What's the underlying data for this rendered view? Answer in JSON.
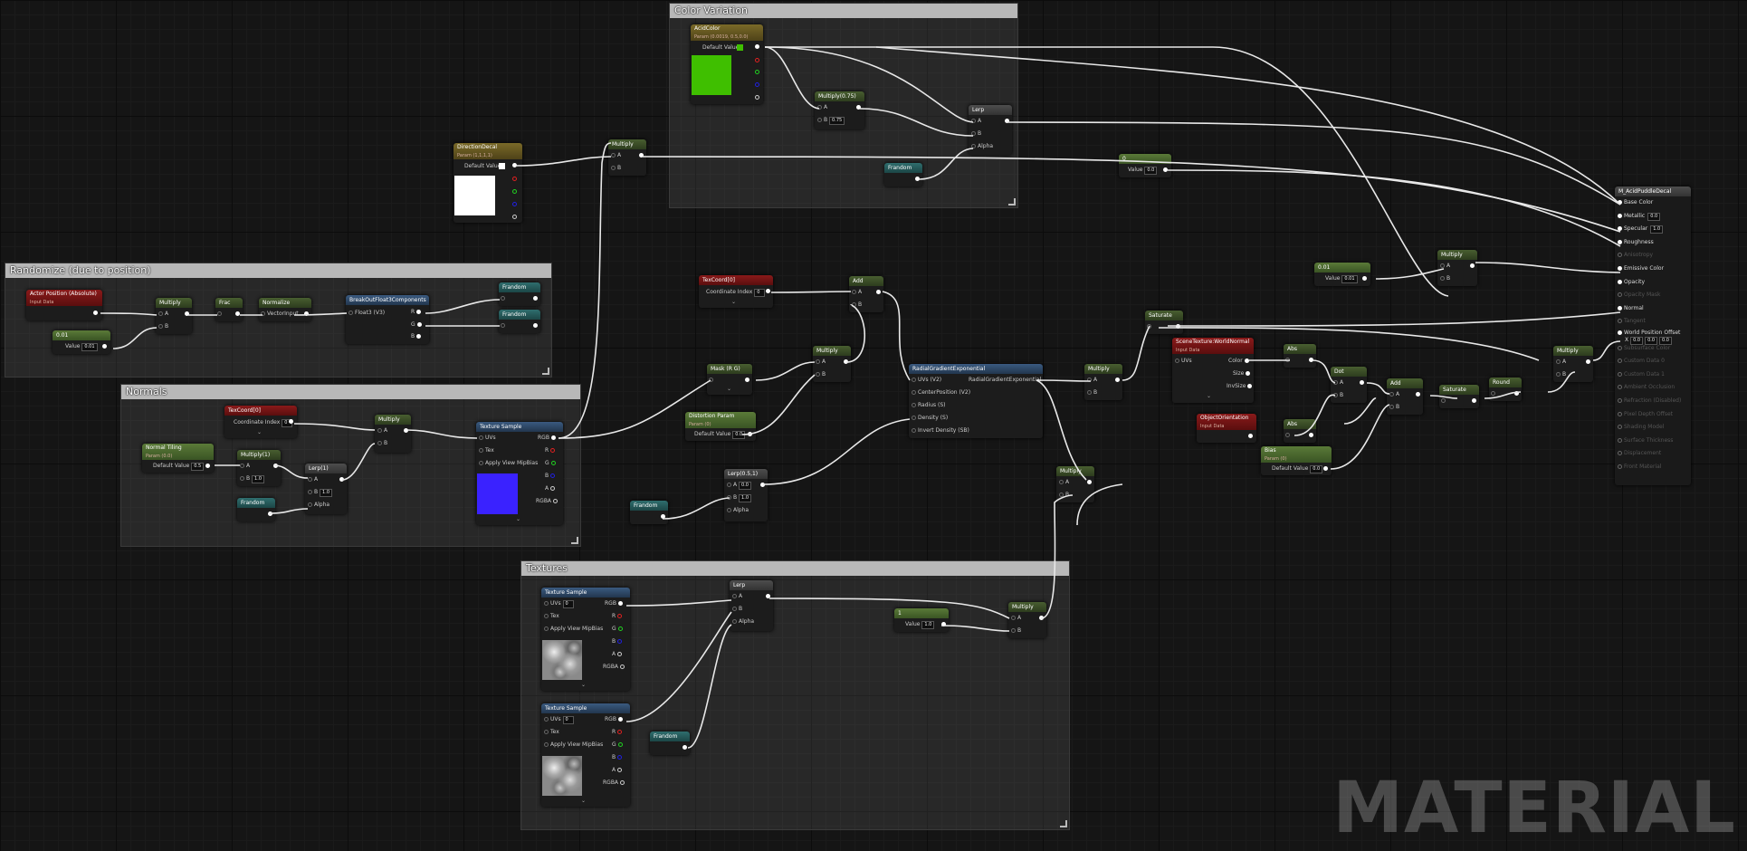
{
  "comments": [
    {
      "id": "color",
      "title": "Color Variation"
    },
    {
      "id": "random",
      "title": "Randomize (due to position)"
    },
    {
      "id": "normals",
      "title": "Normals"
    },
    {
      "id": "textures",
      "title": "Textures"
    }
  ],
  "watermark": "MATERIAL",
  "labels": {
    "a": "A",
    "b": "B",
    "alpha": "Alpha",
    "rgb": "RGB",
    "r": "R",
    "g": "G",
    "bb": "B",
    "aa": "A",
    "rgba": "RGBA",
    "uvs": "UVs",
    "tex": "Tex",
    "mipbias": "Apply View MipBias",
    "default_value": "Default Value",
    "value": "Value",
    "coord_index": "Coordinate Index",
    "vector_input": "VectorInput",
    "float3": "Float3 (V3)",
    "r_out": "R",
    "g_out": "G",
    "b_out": "B"
  },
  "nodes": {
    "acid_color": {
      "title": "AcidColor",
      "sub": "Param (0.0019, 0.5,0.0)",
      "color": "#3fbf00"
    },
    "multiply_075": {
      "title": "Multiply(0.75)",
      "b": "0.75"
    },
    "lerp_color": {
      "title": "Lerp"
    },
    "frandom_color": {
      "title": "Frandom"
    },
    "direction_decal": {
      "title": "DirectionDecal",
      "sub": "Param (1,1,1,1)",
      "color": "#ffffff"
    },
    "multiply_top": {
      "title": "Multiply"
    },
    "scalar_05": {
      "title": "0",
      "value": "0.0"
    },
    "actor_position": {
      "title": "Actor Position (Absolute)",
      "sub": "Input Data"
    },
    "scalar_001": {
      "title": "0.01",
      "value": "0.01"
    },
    "multiply_rand": {
      "title": "Multiply"
    },
    "frac": {
      "title": "Frac"
    },
    "normalize": {
      "title": "Normalize"
    },
    "break_out": {
      "title": "BreakOutFloat3Components"
    },
    "frandom_r1": {
      "title": "Frandom"
    },
    "frandom_r2": {
      "title": "Frandom"
    },
    "texcoord_n": {
      "title": "TexCoord[0]",
      "index": "0"
    },
    "multiply_n": {
      "title": "Multiply"
    },
    "normal_tiling": {
      "title": "Normal Tiling",
      "sub": "Param (0.0)",
      "value": "0.5"
    },
    "multiply_1": {
      "title": "Multiply(1)",
      "b": "1.0"
    },
    "lerp_1": {
      "title": "Lerp(1)",
      "b": "1.0"
    },
    "frandom_n": {
      "title": "Frandom"
    },
    "texture_sample_n": {
      "title": "Texture Sample",
      "color": "#3a22ff"
    },
    "texcoord_mid": {
      "title": "TexCoord[0]",
      "index": "0"
    },
    "add_mid": {
      "title": "Add"
    },
    "mask_rg": {
      "title": "Mask (R G)"
    },
    "multiply_mid": {
      "title": "Multiply"
    },
    "distortion_param": {
      "title": "Distortion Param",
      "sub": "Param (0)",
      "value": "0.0"
    },
    "lerp_05": {
      "title": "Lerp(0.5,1)",
      "a": "0.0",
      "b": "1.0"
    },
    "frandom_mid": {
      "title": "Frandom"
    },
    "radial_gradient": {
      "title": "RadialGradientExponential",
      "out": "RadialGradientExponential",
      "pins": [
        "UVs (V2)",
        "CenterPosition (V2)",
        "Radius (S)",
        "Density (S)",
        "Invert Density (SB)"
      ]
    },
    "multiply_rg1": {
      "title": "Multiply"
    },
    "multiply_rg2": {
      "title": "Multiply"
    },
    "saturate_1": {
      "title": "Saturate"
    },
    "scene_texture": {
      "title": "SceneTexture:WorldNormal",
      "sub": "Input Data",
      "pins_out": [
        "Color",
        "Size",
        "InvSize"
      ],
      "pin_in": "UVs"
    },
    "object_orientation": {
      "title": "ObjectOrientation",
      "sub": "Input Data"
    },
    "abs_1": {
      "title": "Abs"
    },
    "abs_2": {
      "title": "Abs"
    },
    "dot": {
      "title": "Dot"
    },
    "add_r": {
      "title": "Add"
    },
    "saturate_2": {
      "title": "Saturate"
    },
    "round": {
      "title": "Round"
    },
    "bias": {
      "title": "Bias",
      "sub": "Param (0)",
      "value": "0.0"
    },
    "scalar_001b": {
      "title": "0.01",
      "value": "0.01"
    },
    "multiply_rr": {
      "title": "Multiply"
    },
    "multiply_far": {
      "title": "Multiply"
    },
    "lerp_tex": {
      "title": "Lerp"
    },
    "scalar_1": {
      "title": "1",
      "value": "1.0"
    },
    "multiply_tex": {
      "title": "Multiply"
    },
    "texture_sample_1": {
      "title": "Texture Sample",
      "uv": "0"
    },
    "texture_sample_2": {
      "title": "Texture Sample",
      "uv": "0"
    },
    "frandom_tex": {
      "title": "Frandom"
    },
    "material_out": {
      "title": "M_AcidPuddleDecal",
      "pins": [
        "Base Color",
        "Metallic",
        "Specular",
        "Roughness",
        "Anisotropy",
        "Emissive Color",
        "Opacity",
        "Opacity Mask",
        "Normal",
        "Tangent",
        "World Position Offset",
        "Subsurface Color",
        "Custom Data 0",
        "Custom Data 1",
        "Ambient Occlusion",
        "Refraction (Disabled)",
        "Pixel Depth Offset",
        "Shading Model",
        "Surface Thickness",
        "Displacement",
        "Front Material"
      ],
      "metallic": "0.0",
      "specular": "1.0",
      "wpo": [
        "0.0",
        "0.0",
        "0.0"
      ],
      "wpo_x": "X"
    }
  }
}
